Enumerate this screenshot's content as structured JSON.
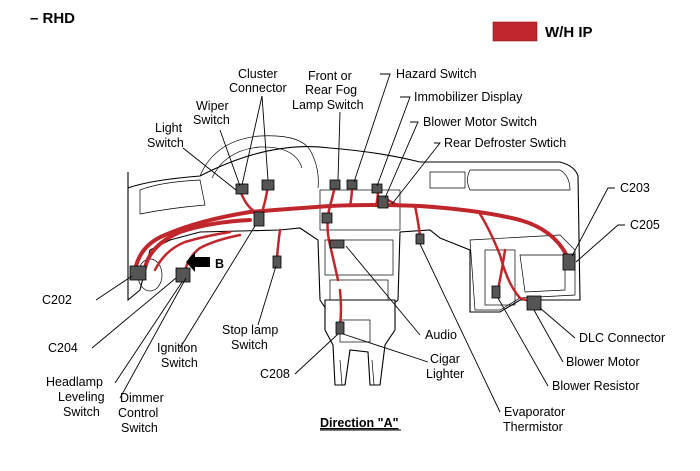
{
  "header": {
    "variant": "– RHD"
  },
  "legend": {
    "label": "W/H IP",
    "color": "#c0272d"
  },
  "direction_label": "Direction \"A\"",
  "arrow_label": "B",
  "labels": {
    "cluster_connector": [
      "Cluster",
      "Connector"
    ],
    "wiper_switch": [
      "Wiper",
      "Switch"
    ],
    "light_switch": [
      "Light",
      "Switch"
    ],
    "front_rear_fog_lamp_switch": [
      "Front or",
      "Rear Fog",
      "Lamp Switch"
    ],
    "hazard_switch": [
      "Hazard Switch"
    ],
    "immobilizer_display": [
      "Immobilizer Display"
    ],
    "blower_motor_switch": [
      "Blower Motor Switch"
    ],
    "rear_defroster_switch": [
      "Rear Defroster Swtich"
    ],
    "c203": [
      "C203"
    ],
    "c205": [
      "C205"
    ],
    "c202": [
      "C202"
    ],
    "c204": [
      "C204"
    ],
    "headlamp_leveling_switch": [
      "Headlamp",
      "Leveling",
      "Switch"
    ],
    "dimmer_control_switch": [
      "Dimmer",
      "Control",
      "Switch"
    ],
    "ignition_switch": [
      "Ignition",
      "Switch"
    ],
    "stop_lamp_switch": [
      "Stop lamp",
      "Switch"
    ],
    "c208": [
      "C208"
    ],
    "audio": [
      "Audio"
    ],
    "cigar_lighter": [
      "Cigar",
      "Lighter"
    ],
    "dlc_connector": [
      "DLC Connector"
    ],
    "blower_motor": [
      "Blower Motor"
    ],
    "blower_resistor": [
      "Blower Resistor"
    ],
    "evaporator_thermistor": [
      "Evaporator",
      "Thermistor"
    ]
  }
}
